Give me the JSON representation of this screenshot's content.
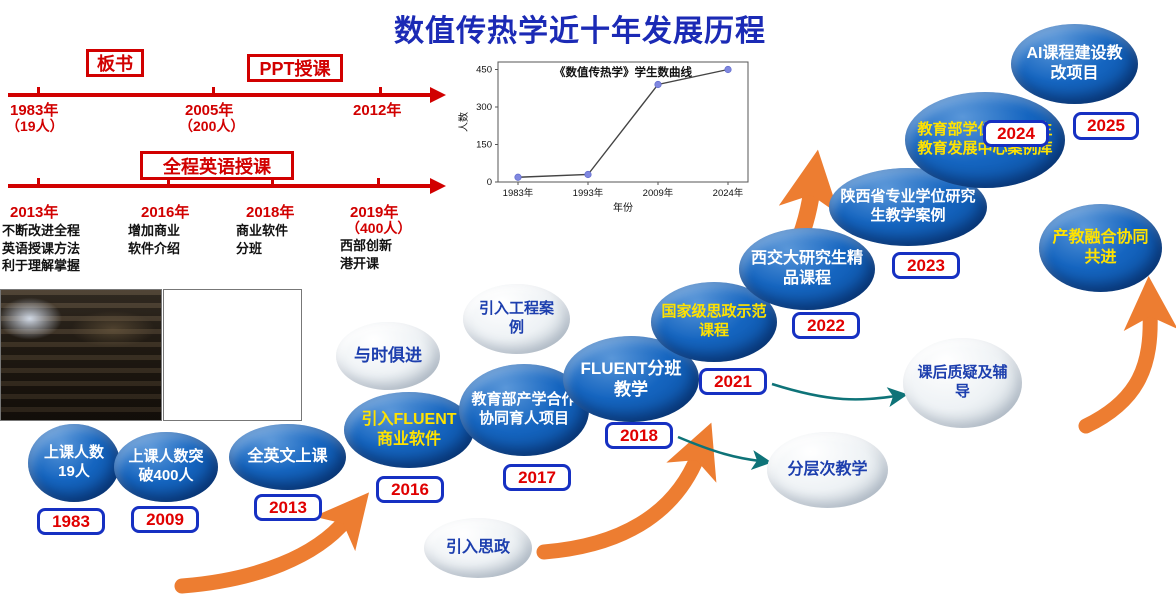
{
  "title": "数值传热学近十年发展历程",
  "timeline_top": {
    "badges": [
      "板书",
      "PPT授课"
    ],
    "milestones": [
      {
        "year": "1983年",
        "sub": "（19人）"
      },
      {
        "year": "2005年",
        "sub": "（200人）"
      },
      {
        "year": "2012年",
        "sub": ""
      }
    ]
  },
  "timeline_bottom": {
    "badge": "全程英语授课",
    "milestones": [
      {
        "year": "2013年",
        "sub": "",
        "note": "不断改进全程英语授课方法利于理解掌握"
      },
      {
        "year": "2016年",
        "sub": "",
        "note": "增加商业软件介绍"
      },
      {
        "year": "2018年",
        "sub": "",
        "note": "商业软件分班"
      },
      {
        "year": "2019年",
        "sub": "（400人）",
        "note": "西部创新港开课"
      }
    ]
  },
  "chart_data": {
    "type": "line",
    "title": "《数值传热学》学生数曲线",
    "xlabel": "年份",
    "ylabel": "人数",
    "categories": [
      "1983年",
      "1993年",
      "2009年",
      "2024年"
    ],
    "values": [
      19,
      30,
      390,
      450
    ],
    "ylim": [
      0,
      480
    ],
    "yticks": [
      0,
      150,
      300,
      450
    ],
    "grid": false,
    "legend": "none",
    "marker_color": "#8088e0",
    "line_color": "#444444"
  },
  "bubbles": [
    {
      "label": "上课人数19人",
      "year": "1983"
    },
    {
      "label": "上课人数突破400人",
      "year": "2009"
    },
    {
      "label": "全英文上课",
      "year": "2013"
    },
    {
      "label": "引入FLUENT商业软件",
      "year": "2016"
    },
    {
      "label": "与时俱进"
    },
    {
      "label": "教育部产学合作协同育人项目",
      "year": "2017"
    },
    {
      "label": "引入工程案例"
    },
    {
      "label": "FLUENT分班教学",
      "year": "2018"
    },
    {
      "label": "引入思政"
    },
    {
      "label": "国家级思政示范课程",
      "year": "2021"
    },
    {
      "label": "西交大研究生精品课程",
      "year": "2022"
    },
    {
      "label": "陕西省专业学位研究生教学案例",
      "year": "2023"
    },
    {
      "label": "教育部学位与研究生教育发展中心案例库",
      "year": "2024"
    },
    {
      "label": "AI课程建设教改项目",
      "year": "2025"
    },
    {
      "label": "产教融合协同共进"
    },
    {
      "label": "课后质疑及辅导"
    },
    {
      "label": "分层次教学"
    }
  ],
  "photos": [
    "classroom-audience-photo",
    "campus-building-photo"
  ],
  "colors": {
    "title_blue": "#1b2ab5",
    "timeline_red": "#d10000",
    "swoosh_orange": "#ed7d31",
    "connector_teal": "#0e7378",
    "bubble_blue": "#0a57a8",
    "bubble_yellow_text": "#ffe200",
    "badge_border_blue": "#1630c2",
    "badge_text_red": "#e00000"
  }
}
